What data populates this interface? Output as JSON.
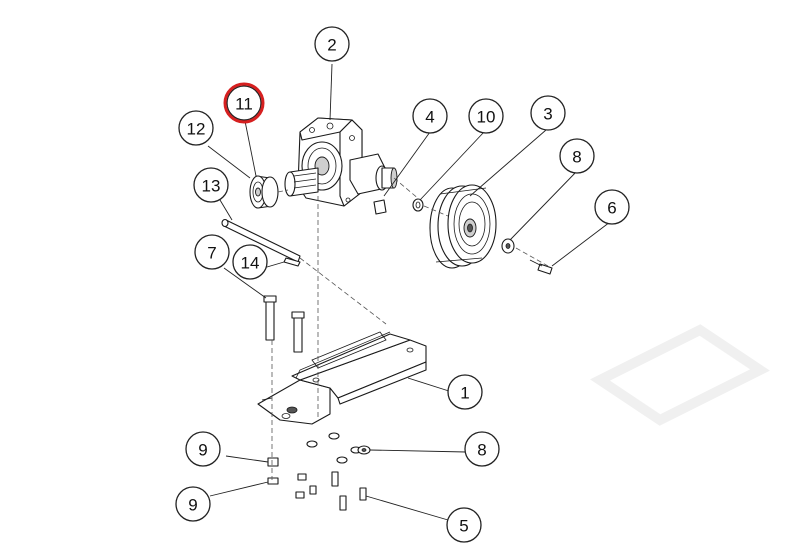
{
  "callouts": {
    "c1": "1",
    "c2": "2",
    "c3": "3",
    "c4": "4",
    "c5": "5",
    "c6": "6",
    "c7": "7",
    "c8a": "8",
    "c8b": "8",
    "c9a": "9",
    "c9b": "9",
    "c10": "10",
    "c11": "11",
    "c12": "12",
    "c13": "13",
    "c14": "14"
  },
  "highlight": {
    "callout": "11",
    "color": "#d62020"
  },
  "colors": {
    "line": "#1a1a1a",
    "background": "#ffffff"
  }
}
